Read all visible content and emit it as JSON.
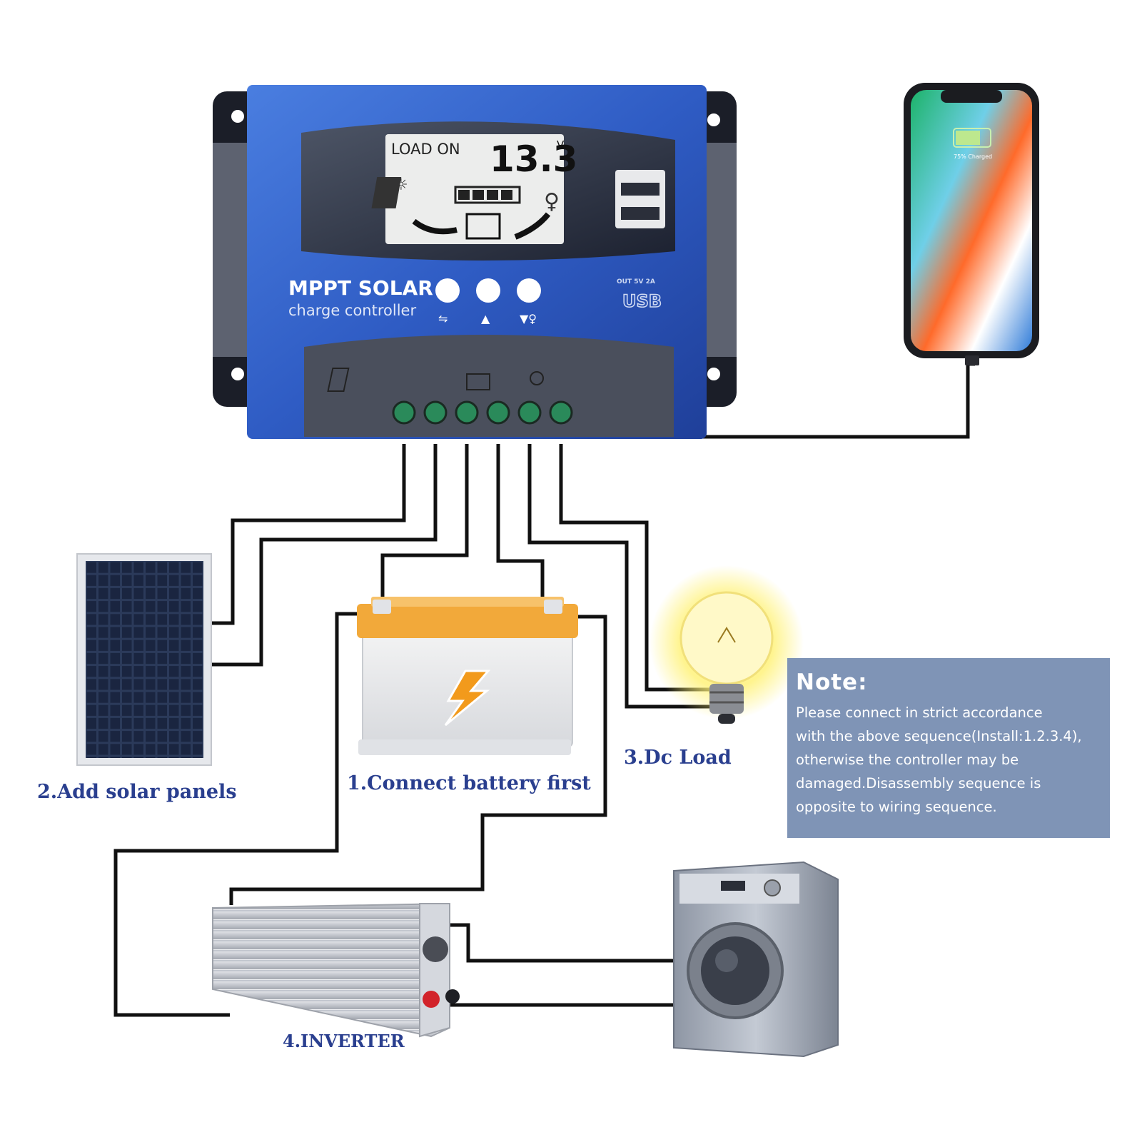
{
  "controller": {
    "lcd_status": "LOAD ON",
    "lcd_voltage": "13.3",
    "lcd_unit": "V",
    "brand_line1": "MPPT SOLAR",
    "brand_line2": "charge controller",
    "usb_output": "OUT 5V 2A",
    "usb_logo": "USB"
  },
  "phone": {
    "screen_text": "75% Charged"
  },
  "labels": {
    "battery": "1.Connect battery first",
    "solar": "2.Add solar panels",
    "load": "3.Dc Load",
    "inverter": "4.INVERTER"
  },
  "note": {
    "title": "Note:",
    "lines": [
      "Please connect in strict accordance",
      "with the above sequence(Install:1.2.3.4),",
      "otherwise the controller may be",
      "damaged.Disassembly sequence is",
      "opposite to wiring sequence."
    ]
  },
  "colors": {
    "controller_blue": "#3563c8",
    "label_blue": "#2a3f8f",
    "note_bg": "#7f94b6",
    "battery_orange": "#f2a93a",
    "bulb_glow": "#fff27a"
  }
}
